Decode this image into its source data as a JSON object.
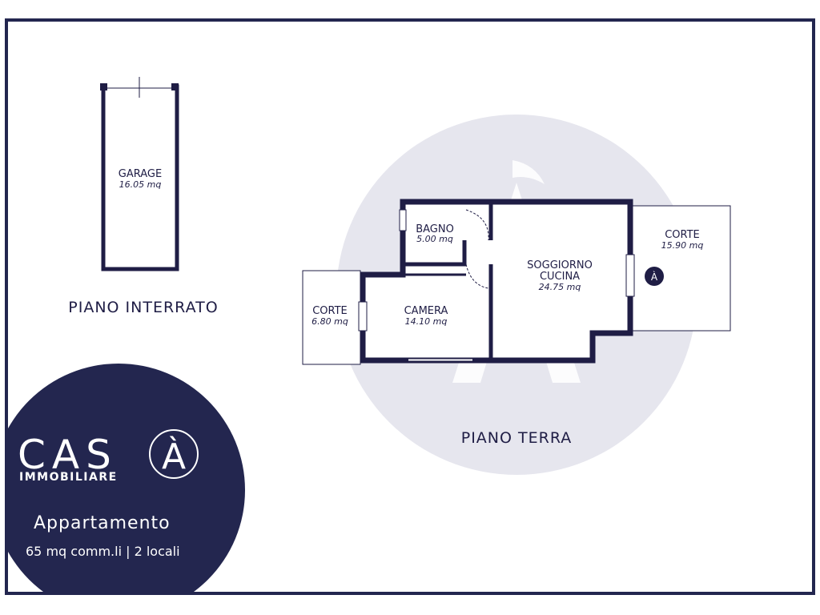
{
  "colors": {
    "navy": "#23264f",
    "wall": "#1f1d45",
    "watermark": "#e6e6ee",
    "background": "#ffffff",
    "text_light": "#ffffff"
  },
  "levels": {
    "basement": "PIANO INTERRATO",
    "ground": "PIANO TERRA"
  },
  "rooms": {
    "garage": {
      "name": "GARAGE",
      "area": "16.05 mq"
    },
    "bagno": {
      "name": "BAGNO",
      "area": "5.00 mq"
    },
    "soggiorno": {
      "name_line1": "SOGGIORNO",
      "name_line2": "CUCINA",
      "area": "24.75 mq"
    },
    "corte_east": {
      "name": "CORTE",
      "area": "15.90 mq"
    },
    "corte_west": {
      "name": "CORTE",
      "area": "6.80 mq"
    },
    "camera": {
      "name": "CAMERA",
      "area": "14.10 mq"
    }
  },
  "compass_label": "À",
  "watermark_letter": "À",
  "brand": {
    "logo_cas": "CAS",
    "logo_a": "À",
    "subtitle": "IMMOBILIARE",
    "listing_title": "Appartamento",
    "listing_details": "65 mq comm.li | 2 locali"
  }
}
